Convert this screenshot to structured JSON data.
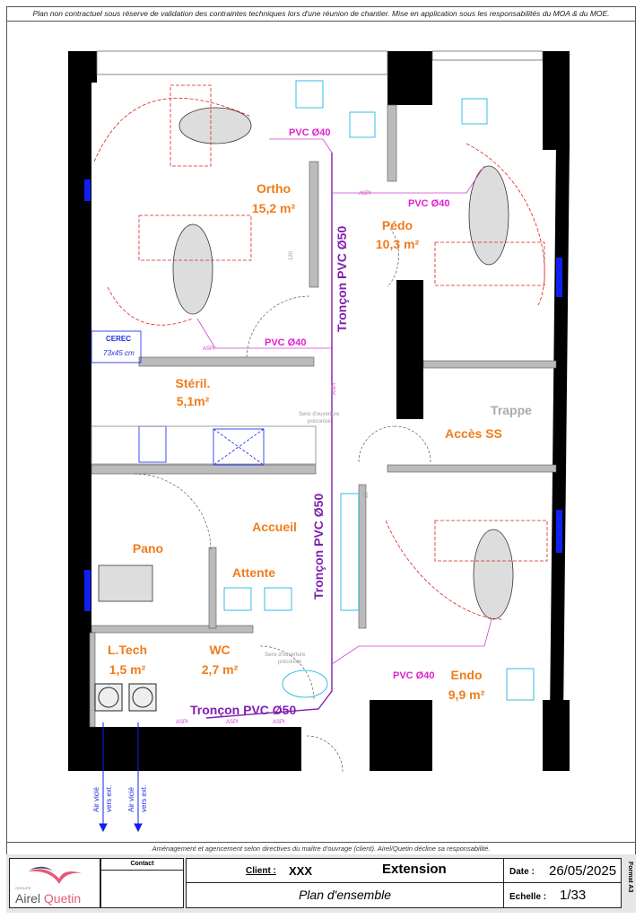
{
  "header_note": "Plan non contractuel sous réserve de validation des contraintes techniques lors d'une réunion de chantier. Mise en application sous les responsabilités du MOA & du MOE.",
  "footer_note": "Aménagement et agencement selon directives du maître d'ouvrage (client). Airel/Quetin décline sa responsabilité.",
  "rooms": [
    {
      "name": "Ortho",
      "area": "15,2 m²"
    },
    {
      "name": "Pédo",
      "area": "10,3 m²"
    },
    {
      "name": "Stéril.",
      "area": "5,1m²"
    },
    {
      "name": "Accès SS"
    },
    {
      "name": "Accueil"
    },
    {
      "name": "Pano"
    },
    {
      "name": "Attente"
    },
    {
      "name": "L.Tech",
      "area": "1,5 m²"
    },
    {
      "name": "WC",
      "area": "2,7 m²"
    },
    {
      "name": "Endo",
      "area": "9,9 m²"
    }
  ],
  "annotations": {
    "trappe": "Trappe",
    "pvc40": "PVC Ø40",
    "pvc50": "Tronçon PVC Ø50",
    "aspi": "ASPI",
    "cerec": "CEREC",
    "cerec_size": "73x45 cm",
    "dim_120": "120",
    "dim_60": "60",
    "door_note_1": "Sens d'ouverture",
    "door_note_2": "préconisé",
    "air_1": "Air vicié",
    "air_2": "vers ext."
  },
  "title_block": {
    "logo_group": "GROUPE",
    "logo_airel": "Airel",
    "logo_quetin": "Quetin",
    "contact_label": "Contact",
    "client_label": "Client :",
    "client_value": "XXX",
    "project": "Extension",
    "drawing": "Plan d'ensemble",
    "date_label": "Date :",
    "date_value": "26/05/2025",
    "scale_label": "Echelle :",
    "scale_value": "1/33",
    "format": "Format A3"
  }
}
